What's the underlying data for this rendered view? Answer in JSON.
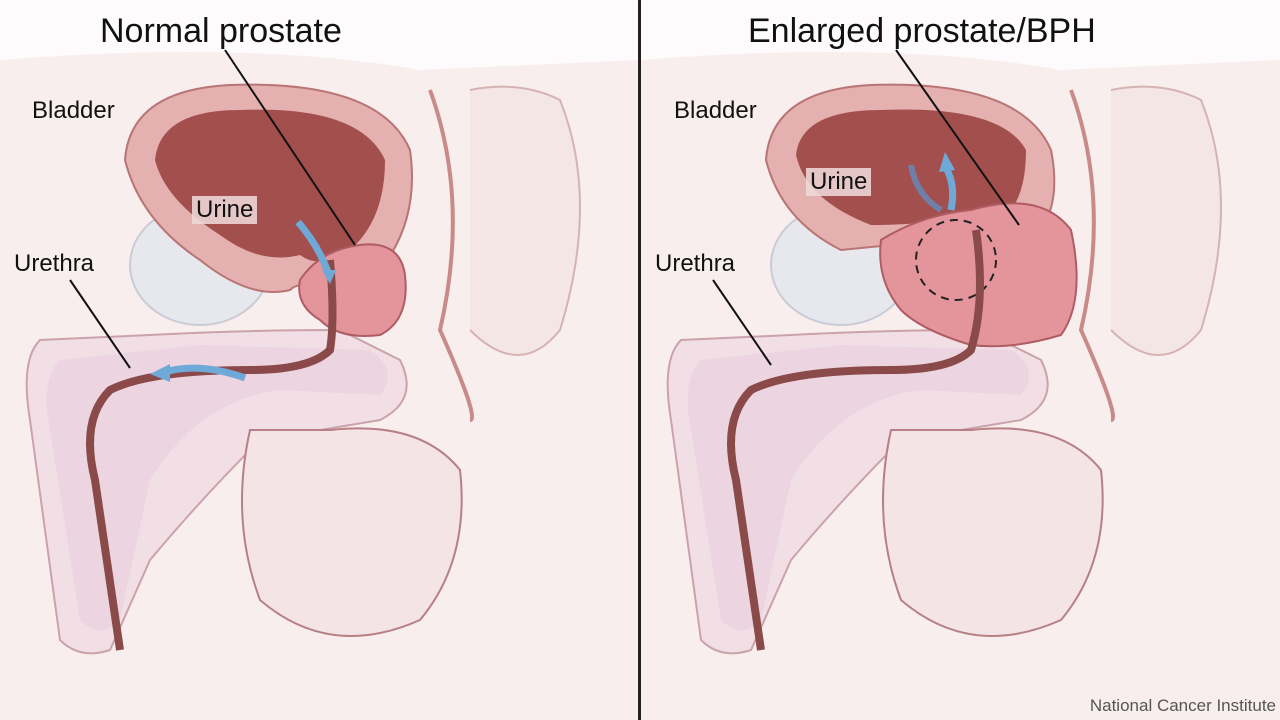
{
  "panels": [
    {
      "title": "Normal prostate",
      "labels": {
        "bladder": "Bladder",
        "urine": "Urine",
        "urethra": "Urethra"
      }
    },
    {
      "title": "Enlarged prostate/BPH",
      "labels": {
        "bladder": "Bladder",
        "urine": "Urine",
        "urethra": "Urethra"
      }
    }
  ],
  "credit": "National Cancer Institute",
  "colors": {
    "tissue": "#e8b9b9",
    "tissue_dark": "#b36a6a",
    "bladder_inner": "#a8514f",
    "prostate": "#e59a9e",
    "bone": "#e7e9ef",
    "skin": "#f7eaea",
    "arrow": "#6fa9d8",
    "background": "#fdfbfb"
  }
}
